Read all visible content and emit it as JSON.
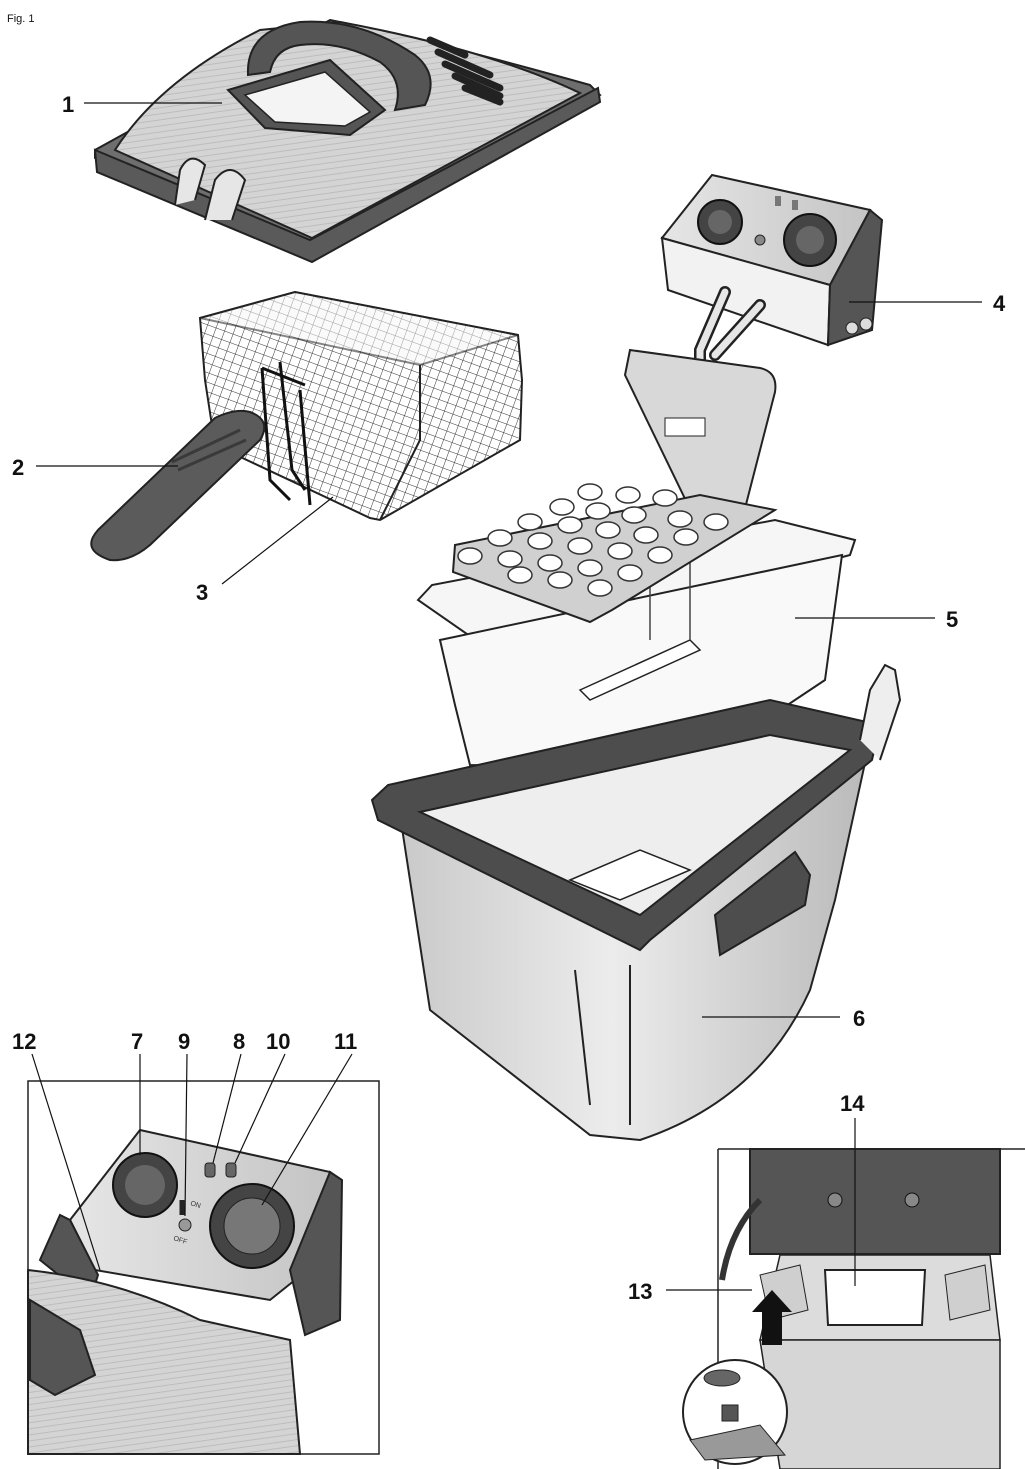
{
  "figure": {
    "caption": "Fig. 1"
  },
  "callouts": [
    {
      "id": "1",
      "text": "1"
    },
    {
      "id": "2",
      "text": "2"
    },
    {
      "id": "3",
      "text": "3"
    },
    {
      "id": "4",
      "text": "4"
    },
    {
      "id": "5",
      "text": "5"
    },
    {
      "id": "6",
      "text": "6"
    },
    {
      "id": "7",
      "text": "7"
    },
    {
      "id": "8",
      "text": "8"
    },
    {
      "id": "9",
      "text": "9"
    },
    {
      "id": "10",
      "text": "10"
    },
    {
      "id": "11",
      "text": "11"
    },
    {
      "id": "12",
      "text": "12"
    },
    {
      "id": "13",
      "text": "13"
    },
    {
      "id": "14",
      "text": "14"
    }
  ],
  "control_panel_markings": {
    "on": "ON",
    "off": "OFF"
  }
}
